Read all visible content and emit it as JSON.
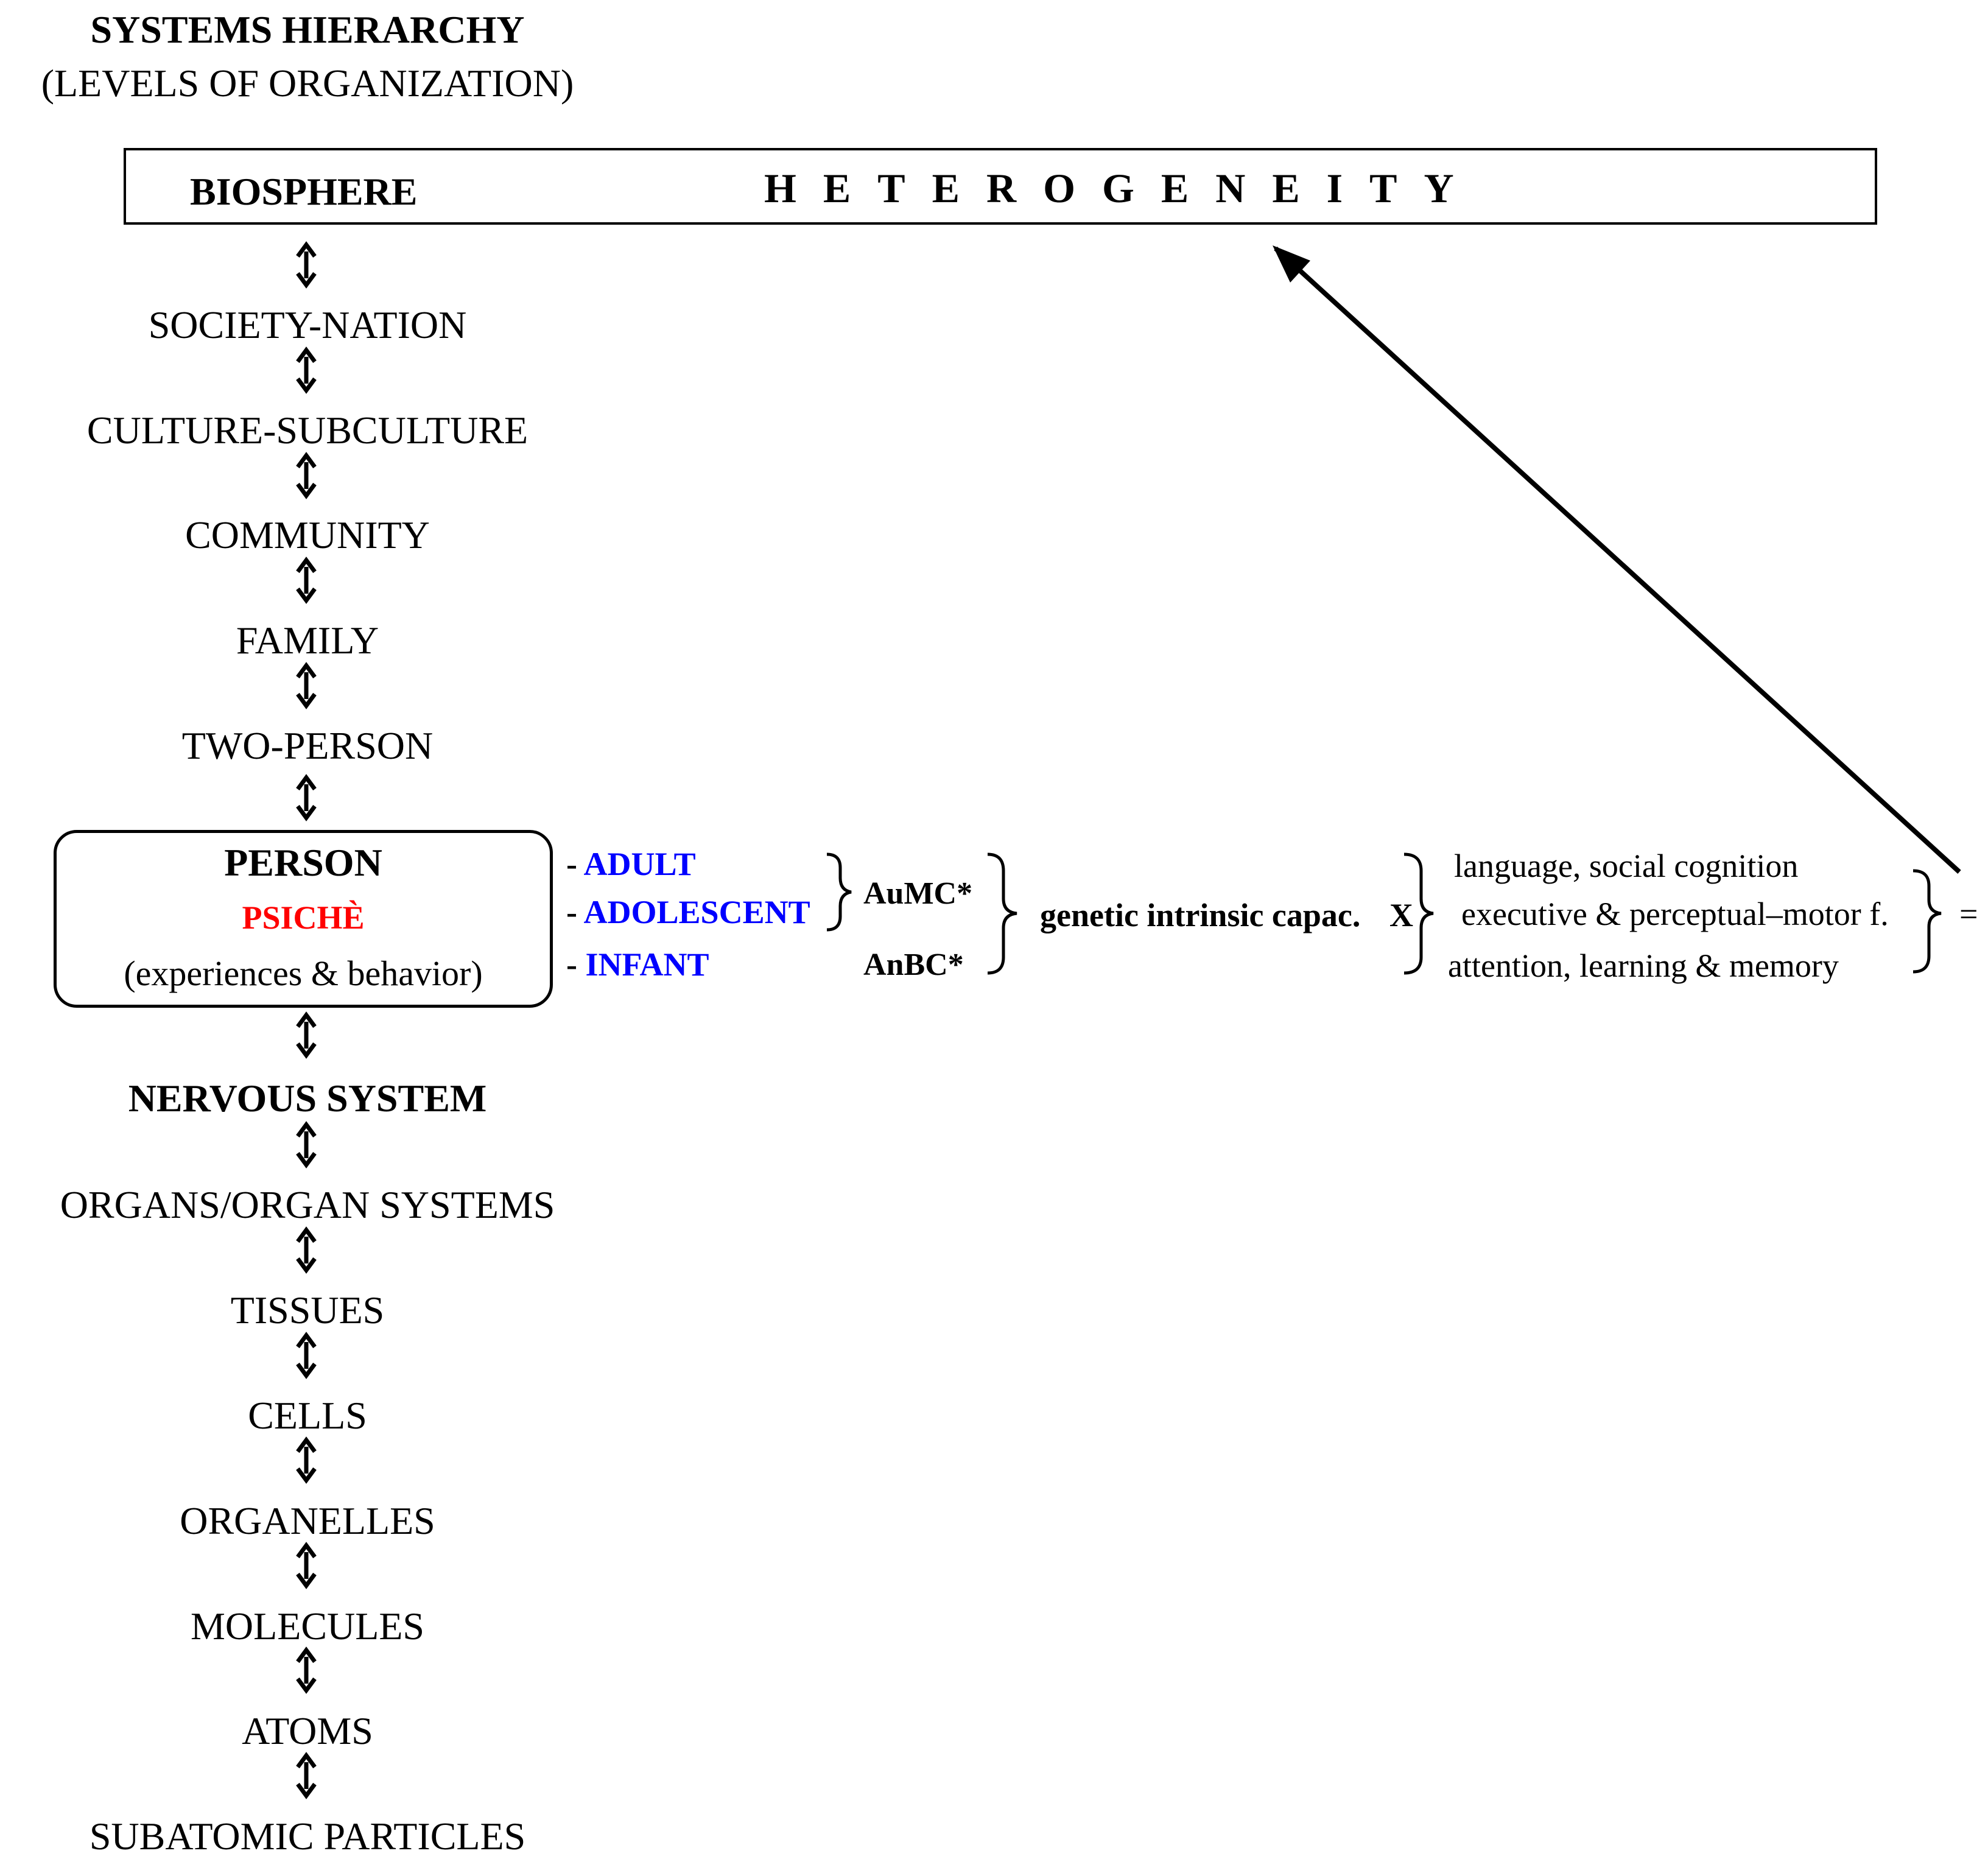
{
  "title": {
    "line1": "SYSTEMS HIERARCHY",
    "line2": "(LEVELS OF ORGANIZATION)"
  },
  "top_box": {
    "label": "BIOSPHERE",
    "heterogeneity": "HETEROGENEITY"
  },
  "levels": [
    "SOCIETY-NATION",
    "CULTURE-SUBCULTURE",
    "COMMUNITY",
    "FAMILY",
    "TWO-PERSON"
  ],
  "person": {
    "title": "PERSON",
    "psiche": "PSICHÈ",
    "subtitle": "(experiences & behavior)"
  },
  "lower_levels": [
    "NERVOUS SYSTEM",
    "ORGANS/ORGAN SYSTEMS",
    "TISSUES",
    "CELLS",
    "ORGANELLES",
    "MOLECULES",
    "ATOMS",
    "SUBATOMIC PARTICLES"
  ],
  "stages": [
    {
      "dash": "- ",
      "name": "ADULT"
    },
    {
      "dash": "- ",
      "name": "ADOLESCENT"
    },
    {
      "dash": "- ",
      "name": "INFANT"
    }
  ],
  "circuits": {
    "aumc": "AuMC*",
    "anbc": "AnBC*"
  },
  "genetic": "genetic intrinsic capac.",
  "multiply": "X",
  "functions": [
    "language, social cognition",
    "executive & perceptual–motor f.",
    "attention, learning & memory"
  ],
  "equals": "=",
  "colors": {
    "stage_text": "#0000ff",
    "psiche_text": "#ff0000",
    "ink": "#000000"
  },
  "icons": {
    "level_connector": "double-headed-vertical-arrow-icon",
    "feedback": "diagonal-arrow-icon"
  }
}
